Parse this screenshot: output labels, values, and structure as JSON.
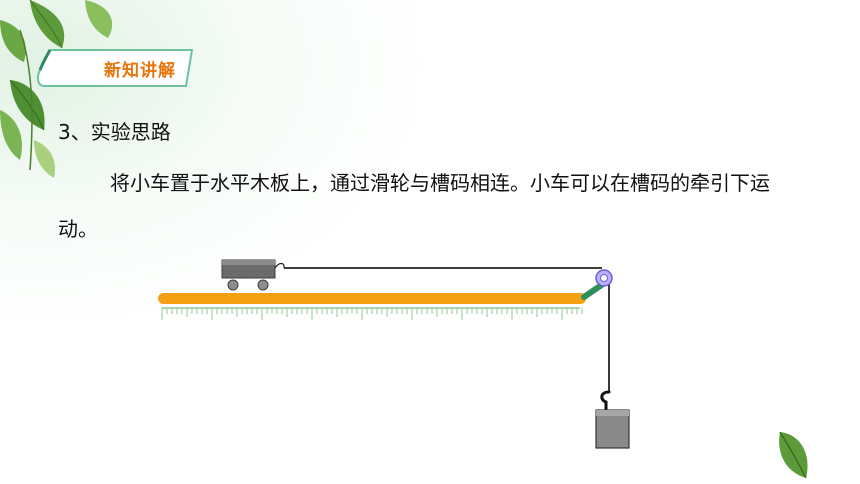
{
  "slide": {
    "badge_label": "新知讲解",
    "heading": "3、实验思路",
    "paragraph": "将小车置于水平木板上，通过滑轮与槽码相连。小车可以在槽码的牵引下运动。"
  },
  "icons": [
    "leaf-icon",
    "pulley-icon",
    "hook-icon",
    "weight-icon",
    "cart-icon"
  ],
  "colors": {
    "accent": "#e8740c",
    "board": "#f5a012",
    "ruler": "#8fc79a",
    "badge_fill": "#ffffff",
    "badge_stroke": "#6cc3a0"
  }
}
